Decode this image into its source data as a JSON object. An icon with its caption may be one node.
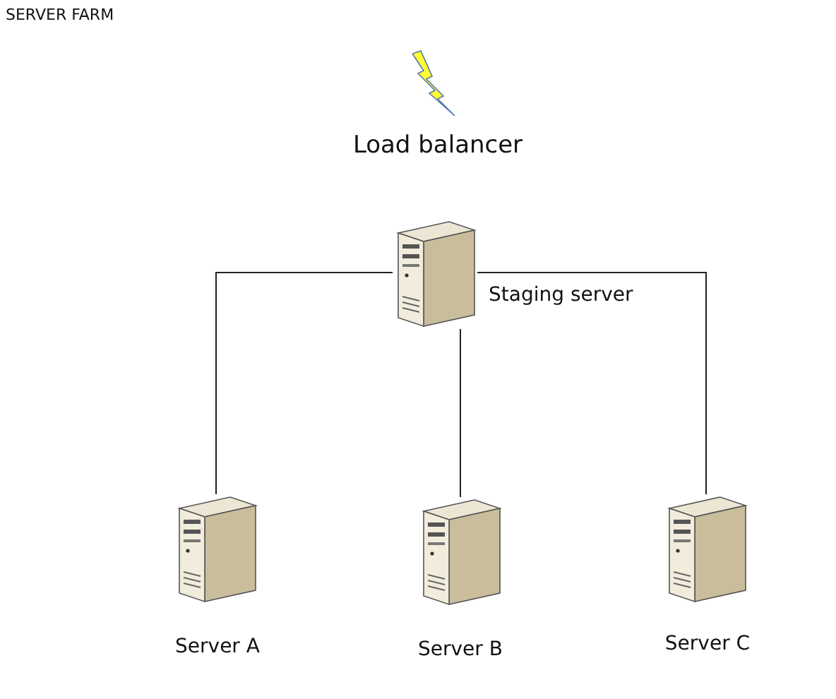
{
  "diagram": {
    "nodes": [
      {
        "text": [
          "Staging server"
        ],
        "beside": [
          "Load balancer"
        ]
      },
      {
        "text": [
          "Server A"
        ]
      },
      {
        "text": [
          "Server B"
        ]
      },
      {
        "text": [
          "Server C"
        ]
      }
    ],
    "edges": [
      {
        "from": 0,
        "to": 1,
        "arrow": "none"
      },
      {
        "from": 0,
        "to": 2,
        "arrow": "none"
      },
      {
        "from": 0,
        "to": 3,
        "arrow": "none"
      }
    ],
    "labels": [
      "SERVER FARM"
    ]
  }
}
